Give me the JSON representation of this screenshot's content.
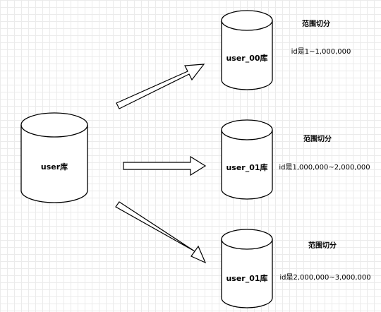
{
  "source_db": {
    "label": "user库"
  },
  "shards": [
    {
      "label": "user_00库",
      "split_label": "范围切分",
      "range": "id是1~1,000,000"
    },
    {
      "label": "user_01库",
      "split_label": "范围切分",
      "range": "id是1,000,000~2,000,000"
    },
    {
      "label": "user_01库",
      "split_label": "范围切分",
      "range": "id是2,000,000~3,000,000"
    }
  ],
  "colors": {
    "stroke": "#000000",
    "fill": "#ffffff",
    "grid": "#ebebeb"
  }
}
